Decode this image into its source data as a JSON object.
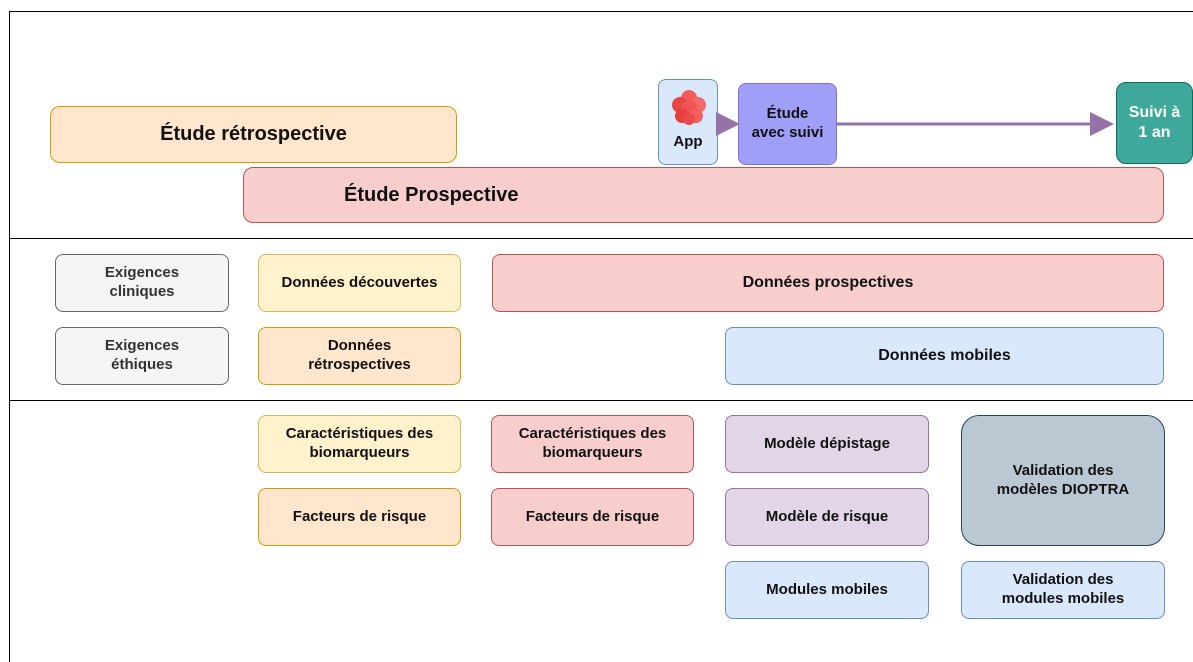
{
  "timeline": {
    "retrospective_study": "Étude rétrospective",
    "prospective_study": "Étude Prospective",
    "app_label": "App",
    "followup_study": "Étude\navec suivi",
    "one_year_followup": "Suivi à\n1 an"
  },
  "requirements": {
    "clinical": "Exigences\ncliniques",
    "ethical": "Exigences\néthiques"
  },
  "data_sources": {
    "discovered": "Données découvertes",
    "retrospective": "Données\nrétrospectives",
    "prospective": "Données prospectives",
    "mobile": "Données mobiles"
  },
  "outputs": {
    "biomarkers_yellow": "Caractéristiques des\nbiomarqueurs",
    "risk_factors_orange": "Facteurs de risque",
    "biomarkers_red": "Caractéristiques des\nbiomarqueurs",
    "risk_factors_red": "Facteurs de risque",
    "screening_model": "Modèle dépistage",
    "risk_model": "Modèle de risque",
    "mobile_modules": "Modules mobiles",
    "dioptra_validation": "Validation des\nmodèles DIOPTRA",
    "mobile_modules_validation": "Validation des\nmodules mobiles"
  },
  "colors": {
    "orange_fill": "#ffe6cc",
    "red_fill": "#f8cecc",
    "yellow_fill": "#fff2cc",
    "grey_fill": "#f5f5f5",
    "blue_fill": "#dae8fc",
    "purple_fill": "#e1d5e7",
    "violet_fill": "#9f9ff7",
    "teal_fill": "#3ea99a",
    "slate_fill": "#bac8d3",
    "arrow": "#9673a6"
  },
  "icons": {
    "app_icon": "red-cluster-icon"
  }
}
